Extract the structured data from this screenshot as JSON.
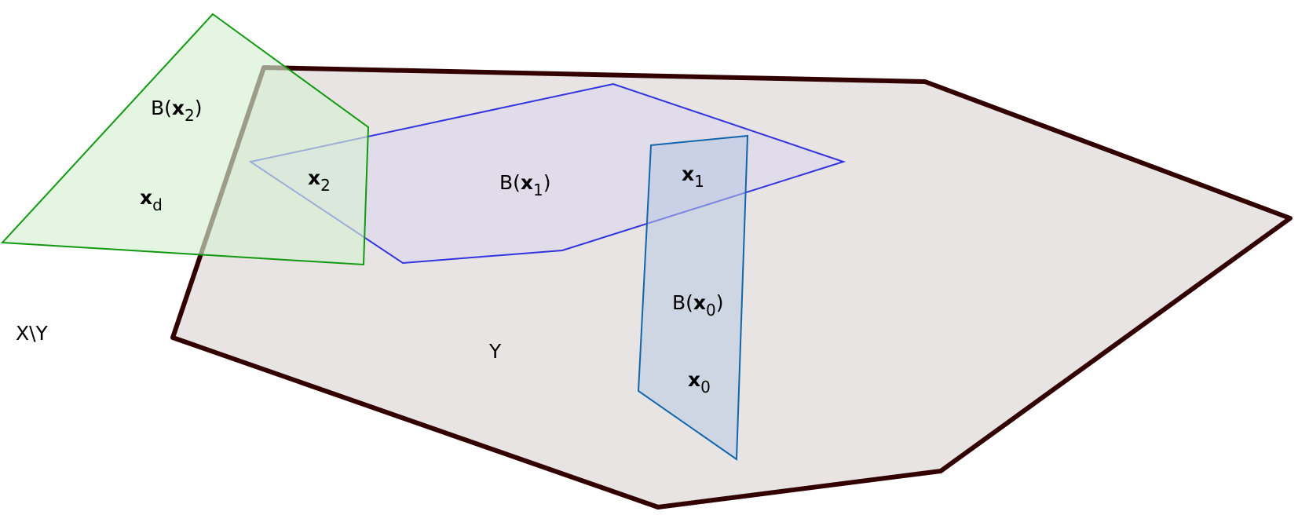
{
  "diagram": {
    "colors": {
      "Y_fill": "#e8e4e4",
      "Y_stroke": "#330000",
      "B_x2_fill": "#d5efd2",
      "B_x2_stroke": "#119911",
      "B_x1_fill": "#d9d2f2",
      "B_x1_stroke": "#3333dd",
      "B_x0_fill": "#b8c8e2",
      "B_x0_stroke": "#1166aa"
    },
    "labels": {
      "B_x2": {
        "base": "B(",
        "var": "x",
        "sub": "2",
        "close": ")"
      },
      "x_d": {
        "var": "x",
        "sub": "d"
      },
      "x_2": {
        "var": "x",
        "sub": "2"
      },
      "B_x1": {
        "base": "B(",
        "var": "x",
        "sub": "1",
        "close": ")"
      },
      "x_1": {
        "var": "x",
        "sub": "1"
      },
      "B_x0": {
        "base": "B(",
        "var": "x",
        "sub": "0",
        "close": ")"
      },
      "x_0": {
        "var": "x",
        "sub": "0"
      },
      "X_minus_Y": "X\\Y",
      "Y": "Y"
    }
  }
}
